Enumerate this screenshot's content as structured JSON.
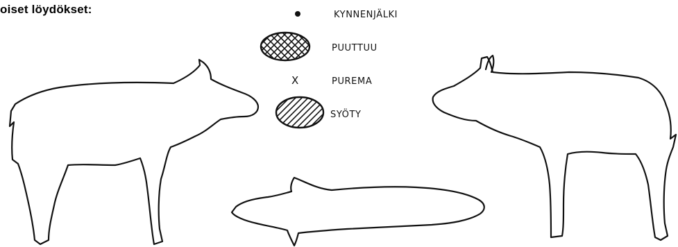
{
  "heading": "oiset löydökset:",
  "legend": [
    {
      "symbol": "dot-icon",
      "label": "KYNNENJÄLKI"
    },
    {
      "symbol": "crosshatch-icon",
      "label": "PUUTTUU"
    },
    {
      "symbol": "x-mark-icon",
      "label": "PUREMA",
      "mark": "X"
    },
    {
      "symbol": "hatch-icon",
      "label": "SYÖTY"
    }
  ]
}
